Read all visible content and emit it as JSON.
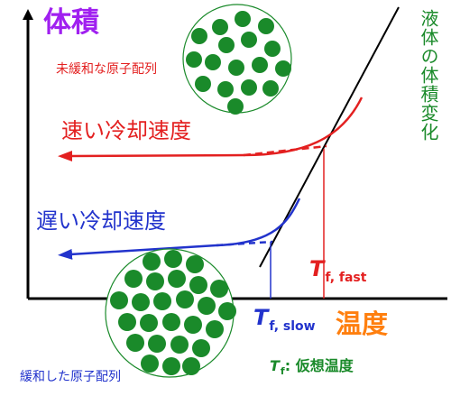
{
  "axes": {
    "y_label": "体積",
    "x_label": "温度"
  },
  "labels": {
    "unrelaxed": "未緩和な原子配列",
    "relaxed": "緩和した原子配列",
    "fast_cooling": "速い冷却速度",
    "slow_cooling": "遅い冷却速度",
    "liquid_volume": "液体の体積変化",
    "tf_fast_symbol": "T",
    "tf_fast_sub": "f, fast",
    "tf_slow_symbol": "T",
    "tf_slow_sub": "f, slow",
    "legend_symbol": "T",
    "legend_sub": "f",
    "legend_text": ": 仮想温度"
  },
  "colors": {
    "axis": "#000000",
    "fast": "#e32020",
    "slow": "#2233cc",
    "liquid": "#1a8a2a",
    "atoms": "#1a8a2a",
    "y_label": "#a020f0",
    "x_label": "#ff7f0e"
  }
}
